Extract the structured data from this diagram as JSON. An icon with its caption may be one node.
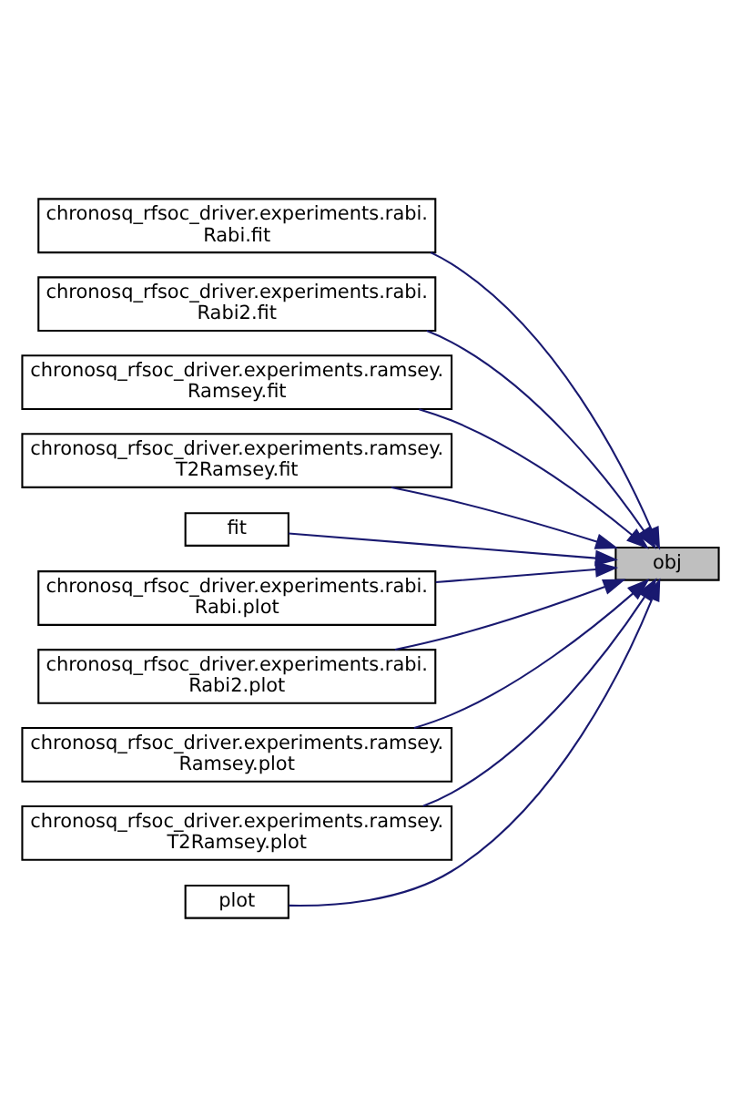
{
  "diagram": {
    "nodes": [
      {
        "text": [
          "chronosq_rfsoc_driver.experiments.rabi. Rabi.fit"
        ]
      },
      {
        "text": [
          "chronosq_rfsoc_driver.experiments.rabi. Rabi2.fit"
        ]
      },
      {
        "text": [
          "chronosq_rfsoc_driver.experiments.ramsey. Ramsey.fit"
        ]
      },
      {
        "text": [
          "chronosq_rfsoc_driver.experiments.ramsey. T2Ramsey.fit"
        ]
      },
      {
        "text": [
          "fit"
        ]
      },
      {
        "text": [
          "chronosq_rfsoc_driver.experiments.rabi. Rabi.plot"
        ]
      },
      {
        "text": [
          "chronosq_rfsoc_driver.experiments.rabi. Rabi2.plot"
        ]
      },
      {
        "text": [
          "chronosq_rfsoc_driver.experiments.ramsey. Ramsey.plot"
        ]
      },
      {
        "text": [
          "chronosq_rfsoc_driver.experiments.ramsey. T2Ramsey.plot"
        ]
      },
      {
        "text": [
          "plot"
        ]
      },
      {
        "text": [
          "obj"
        ]
      }
    ],
    "edges": [
      {
        "from": 0,
        "to": 10,
        "arrow": "to"
      },
      {
        "from": 1,
        "to": 10,
        "arrow": "to"
      },
      {
        "from": 2,
        "to": 10,
        "arrow": "to"
      },
      {
        "from": 3,
        "to": 10,
        "arrow": "to"
      },
      {
        "from": 4,
        "to": 10,
        "arrow": "to"
      },
      {
        "from": 5,
        "to": 10,
        "arrow": "to"
      },
      {
        "from": 6,
        "to": 10,
        "arrow": "to"
      },
      {
        "from": 7,
        "to": 10,
        "arrow": "to"
      },
      {
        "from": 8,
        "to": 10,
        "arrow": "to"
      },
      {
        "from": 9,
        "to": 10,
        "arrow": "to"
      }
    ]
  }
}
